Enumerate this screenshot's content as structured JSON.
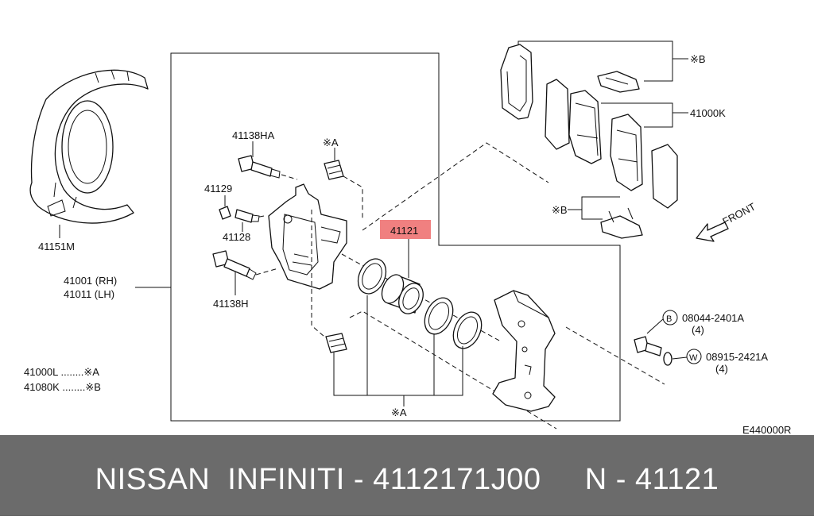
{
  "diagram": {
    "labels": {
      "shield": "41151M",
      "bolt_upper": "41138HA",
      "bleeder_cap": "41129",
      "bleeder_screw": "41128",
      "bolt_lower": "41138H",
      "caliper_rh": "41001 (RH)",
      "caliper_lh": "41011 (LH)",
      "piston": "41121",
      "pad_kit": "41000K",
      "kit_a_top": "※A",
      "kit_a_bottom": "※A",
      "kit_b_top": "※B",
      "kit_b_bottom": "※B",
      "bolt_b_code": "08044-2401A",
      "bolt_b_qty": "(4)",
      "washer_w_code": "08915-2421A",
      "washer_w_qty": "(4)",
      "legend_1": "41000L ........※A",
      "legend_2": "41080K ........※B",
      "front": "FRONT",
      "callout_b": "B",
      "callout_w": "W",
      "ref_code": "E440000R"
    },
    "highlight_color": "#f08080"
  },
  "footer": {
    "text": "NISSAN  INFINITI - 4112171J00     N - 41121"
  }
}
